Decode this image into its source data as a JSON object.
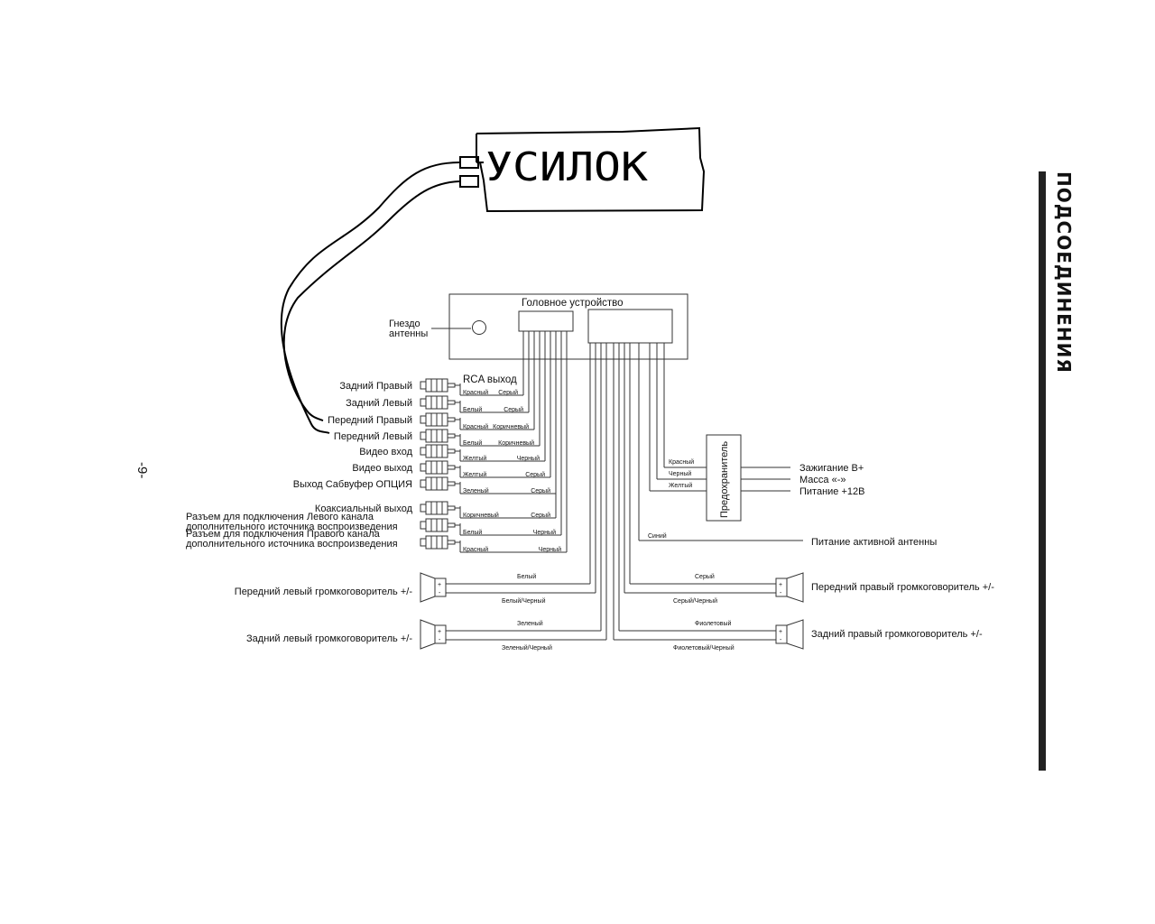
{
  "side_title": "ПОДСОЕДИНЕНИЯ",
  "page_number": "-9-",
  "handwritten_label": "УСИЛОК",
  "head_unit_label": "Головное устройство",
  "antenna_label": [
    "Гнездо",
    "антенны"
  ],
  "rca_title": "RCA выход",
  "rca_rows": [
    {
      "label": "Задний Правый",
      "w1": "Красный",
      "w2": "Серый"
    },
    {
      "label": "Задний Левый",
      "w1": "Белый",
      "w2": "Серый"
    },
    {
      "label": "Передний Правый",
      "w1": "Красный",
      "w2": "Коричневый"
    },
    {
      "label": "Передний Левый",
      "w1": "Белый",
      "w2": "Коричневый"
    },
    {
      "label": "Видео вход",
      "w1": "Желтый",
      "w2": "Черный"
    },
    {
      "label": "Видео выход",
      "w1": "Желтый",
      "w2": "Серый"
    },
    {
      "label": "Выход Сабвуфер ОПЦИЯ",
      "w1": "Зеленый",
      "w2": "Серый"
    },
    {
      "label": "Коаксиальный выход",
      "w1": "Коричневый",
      "w2": "Серый"
    },
    {
      "label": "Разъем для подключения  Левого канала|дополнительного источника воспроизведения",
      "w1": "Белый",
      "w2": "Черный"
    },
    {
      "label": "Разъем для подключения Правого канала|дополнительного источника воспроизведения",
      "w1": "Красный",
      "w2": "Черный"
    }
  ],
  "fuse_label": "Предохранитель",
  "power_wires": [
    {
      "wire": "Красный",
      "label": "Зажигание В+"
    },
    {
      "wire": "Черный",
      "label": "Масса «-»"
    },
    {
      "wire": "Желтый",
      "label": "Питание +12В"
    }
  ],
  "antenna_power": {
    "wire": "Синий",
    "label": "Питание активной  антенны"
  },
  "speakers": [
    {
      "label": "Передний левый громкоговоритель +/-",
      "plus": "Белый",
      "minus": "Белый/Черный"
    },
    {
      "label": "Задний левый громкоговоритель +/-",
      "plus": "Зеленый",
      "minus": "Зеленый/Черный"
    },
    {
      "label": "Передний правый громкоговоритель +/-",
      "plus": "Серый",
      "minus": "Серый/Черный"
    },
    {
      "label": "Задний правый громкоговоритель +/-",
      "plus": "Фиолетовый",
      "minus": "Фиолетовый/Черный"
    }
  ],
  "plus_sign": "+",
  "minus_sign": "-"
}
